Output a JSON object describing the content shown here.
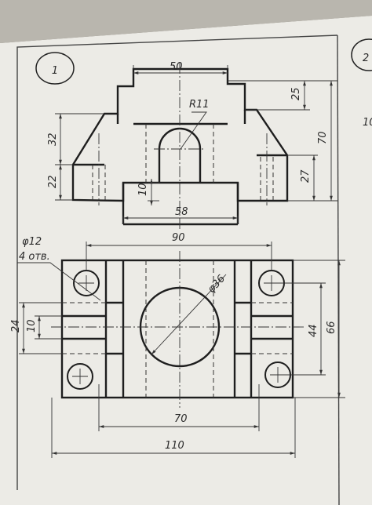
{
  "sheet": {
    "view_number": "1",
    "next_view_number": "2",
    "edge_fragment": "10"
  },
  "top_view": {
    "dim_top_width": "50",
    "dim_radius": "R11",
    "dim_right_upper": "25",
    "dim_right_total": "70",
    "dim_right_lower": "27",
    "dim_left_upper": "32",
    "dim_left_lower": "22",
    "dim_slot_base": "10",
    "dim_base_width": "58"
  },
  "bottom_view": {
    "dim_hole_diameter": "φ12",
    "dim_hole_count": "4 отв.",
    "dim_hole_spacing": "90",
    "dim_center_hole": "φ36",
    "dim_left_outer": "24",
    "dim_left_inner": "10",
    "dim_right_inner": "44",
    "dim_right_outer": "66",
    "dim_hole_span": "70",
    "dim_total_width": "110"
  },
  "colors": {
    "background": "#8f8a82",
    "paper": "#ecebe6",
    "ink": "#1e1e1e",
    "thin_ink": "#444444"
  }
}
